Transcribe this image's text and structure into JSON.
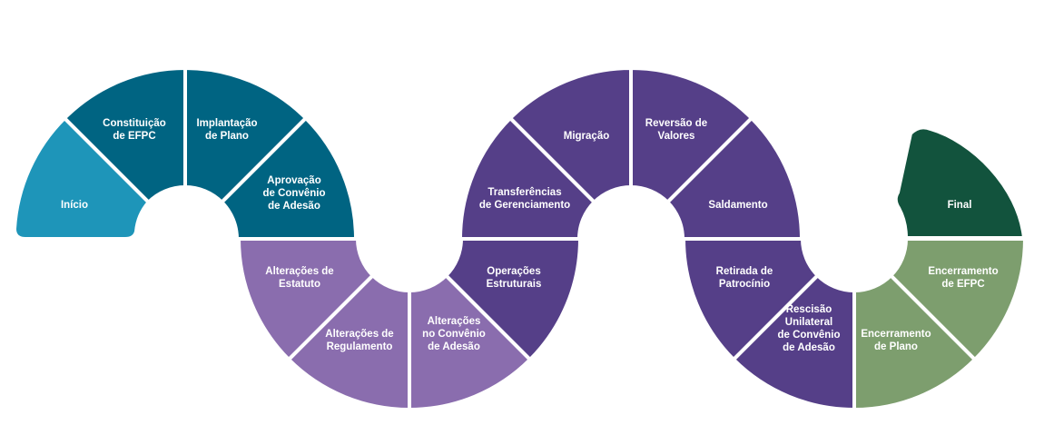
{
  "colors": {
    "teal_light": "#1e95b9",
    "teal_dark": "#006482",
    "lavender": "#8a6dae",
    "purple": "#553f88",
    "green_light": "#7d9e6e",
    "green_dark": "#12533d"
  },
  "segments": [
    {
      "id": "inicio",
      "lines": [
        "Início"
      ],
      "color": "teal_light"
    },
    {
      "id": "constituicao-efpc",
      "lines": [
        "Constituição",
        "de EFPC"
      ],
      "color": "teal_dark"
    },
    {
      "id": "implantacao-plano",
      "lines": [
        "Implantação",
        "de Plano"
      ],
      "color": "teal_dark"
    },
    {
      "id": "aprovacao-convenio",
      "lines": [
        "Aprovação",
        "de Convênio",
        "de Adesão"
      ],
      "color": "teal_dark"
    },
    {
      "id": "alteracoes-estatuto",
      "lines": [
        "Alterações de",
        "Estatuto"
      ],
      "color": "lavender"
    },
    {
      "id": "alteracoes-regulamento",
      "lines": [
        "Alterações de",
        "Regulamento"
      ],
      "color": "lavender"
    },
    {
      "id": "alteracoes-convenio",
      "lines": [
        "Alterações",
        "no Convênio",
        "de Adesão"
      ],
      "color": "lavender"
    },
    {
      "id": "operacoes-estruturais",
      "lines": [
        "Operações",
        "Estruturais"
      ],
      "color": "purple"
    },
    {
      "id": "transferencias-gerenciamento",
      "lines": [
        "Transferências",
        "de Gerenciamento"
      ],
      "color": "purple"
    },
    {
      "id": "migracao",
      "lines": [
        "Migração"
      ],
      "color": "purple"
    },
    {
      "id": "reversao-valores",
      "lines": [
        "Reversão de",
        "Valores"
      ],
      "color": "purple"
    },
    {
      "id": "saldamento",
      "lines": [
        "Saldamento"
      ],
      "color": "purple"
    },
    {
      "id": "retirada-patrocinio",
      "lines": [
        "Retirada de",
        "Patrocínio"
      ],
      "color": "purple"
    },
    {
      "id": "rescisao-unilateral",
      "lines": [
        "Rescisão",
        "Unilateral",
        "de Convênio",
        "de Adesão"
      ],
      "color": "purple"
    },
    {
      "id": "encerramento-plano",
      "lines": [
        "Encerramento",
        "de Plano"
      ],
      "color": "green_light"
    },
    {
      "id": "encerramento-efpc",
      "lines": [
        "Encerramento",
        "de EFPC"
      ],
      "color": "green_light"
    },
    {
      "id": "final",
      "lines": [
        "Final"
      ],
      "color": "green_dark"
    }
  ]
}
